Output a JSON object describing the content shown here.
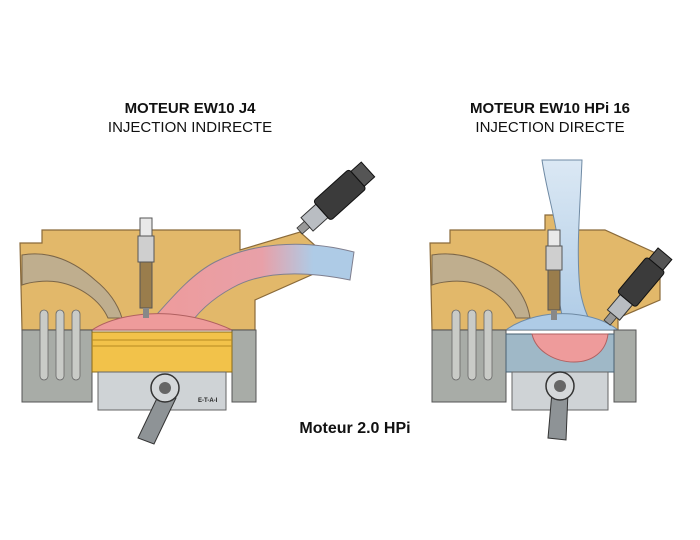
{
  "left_engine": {
    "title": "MOTEUR EW10 J4",
    "subtitle": "INJECTION INDIRECTE"
  },
  "right_engine": {
    "title": "MOTEUR EW10 HPi 16",
    "subtitle": "INJECTION DIRECTE"
  },
  "caption": "Moteur  2.0 HPi",
  "watermark": "E-T-A-I",
  "colors": {
    "head": "#e2b86a",
    "head_dark": "#8a6a3a",
    "block": "#a8aca7",
    "piston": "#f2c24a",
    "piston_blue": "#9fb8c7",
    "mixture": "#ee9b9b",
    "air": "#aecbe6",
    "injector": "#3b3b3b"
  }
}
